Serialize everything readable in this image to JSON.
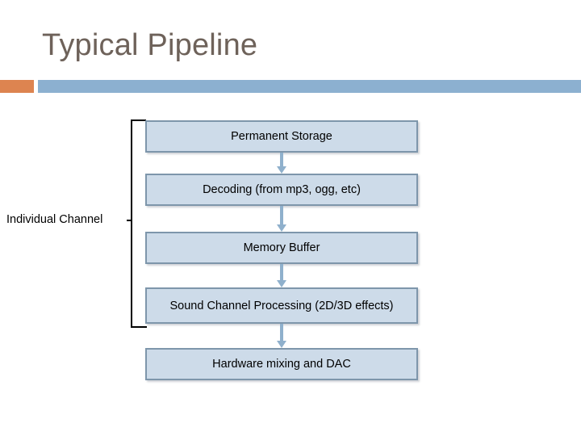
{
  "slide": {
    "title": "Typical Pipeline",
    "title_color": "#6e625a",
    "accent_orange_color": "#dd8450",
    "accent_blue_color": "#8cb0d0",
    "background_color": "#ffffff"
  },
  "diagram": {
    "type": "flowchart",
    "orientation": "vertical",
    "box_fill_color": "#cddbe9",
    "box_border_color": "#7e96ab",
    "arrow_color": "#8fb0cc",
    "bracket_color": "#000000",
    "bracket_label": "Individual Channel",
    "bracket_spans_steps": [
      1,
      2,
      3,
      4
    ],
    "steps": [
      {
        "id": 1,
        "label": "Permanent Storage"
      },
      {
        "id": 2,
        "label": "Decoding (from mp3, ogg, etc)"
      },
      {
        "id": 3,
        "label": "Memory Buffer"
      },
      {
        "id": 4,
        "label": "Sound Channel Processing (2D/3D effects)"
      },
      {
        "id": 5,
        "label": "Hardware mixing and DAC"
      }
    ],
    "connectors": [
      {
        "from": 1,
        "to": 2,
        "icon": "down-arrow-icon"
      },
      {
        "from": 2,
        "to": 3,
        "icon": "down-arrow-icon"
      },
      {
        "from": 3,
        "to": 4,
        "icon": "down-arrow-icon"
      },
      {
        "from": 4,
        "to": 5,
        "icon": "down-arrow-icon"
      }
    ]
  }
}
